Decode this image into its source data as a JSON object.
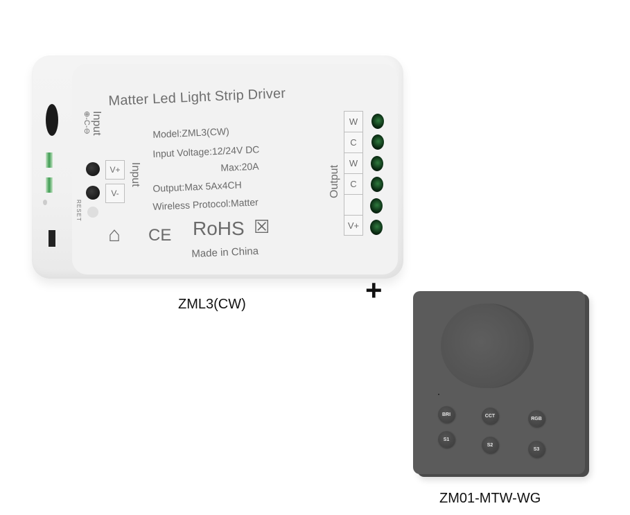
{
  "driver": {
    "title": "Matter Led Light Strip Driver",
    "specs": {
      "model": "Model:ZML3(CW)",
      "input_voltage": "Input Voltage:12/24V DC",
      "max_current": "Max:20A",
      "output": "Output:Max 5Ax4CH",
      "wireless_protocol": "Wireless Protocol:Matter"
    },
    "dc_input_label": "Input",
    "dc_polarity": "⊕-C-⊖",
    "terminal_input_label": "Input",
    "input_terminals": [
      "V+",
      "V-"
    ],
    "reset_label": "RESET",
    "output_label": "Output",
    "output_terminals": [
      "W",
      "C",
      "W",
      "C",
      "",
      "V+"
    ],
    "ce_mark": "CE",
    "rohs_mark": "RoHS",
    "weee_mark": "☒",
    "home_icon": "⌂",
    "made_in": "Made in China",
    "caption": "ZML3(CW)"
  },
  "plus_sign": "+",
  "remote": {
    "buttons_row1": [
      "BRI",
      "CCT",
      "RGB"
    ],
    "buttons_row2": [
      "S1",
      "S2",
      "S3"
    ],
    "caption": "ZM01-MTW-WG"
  }
}
